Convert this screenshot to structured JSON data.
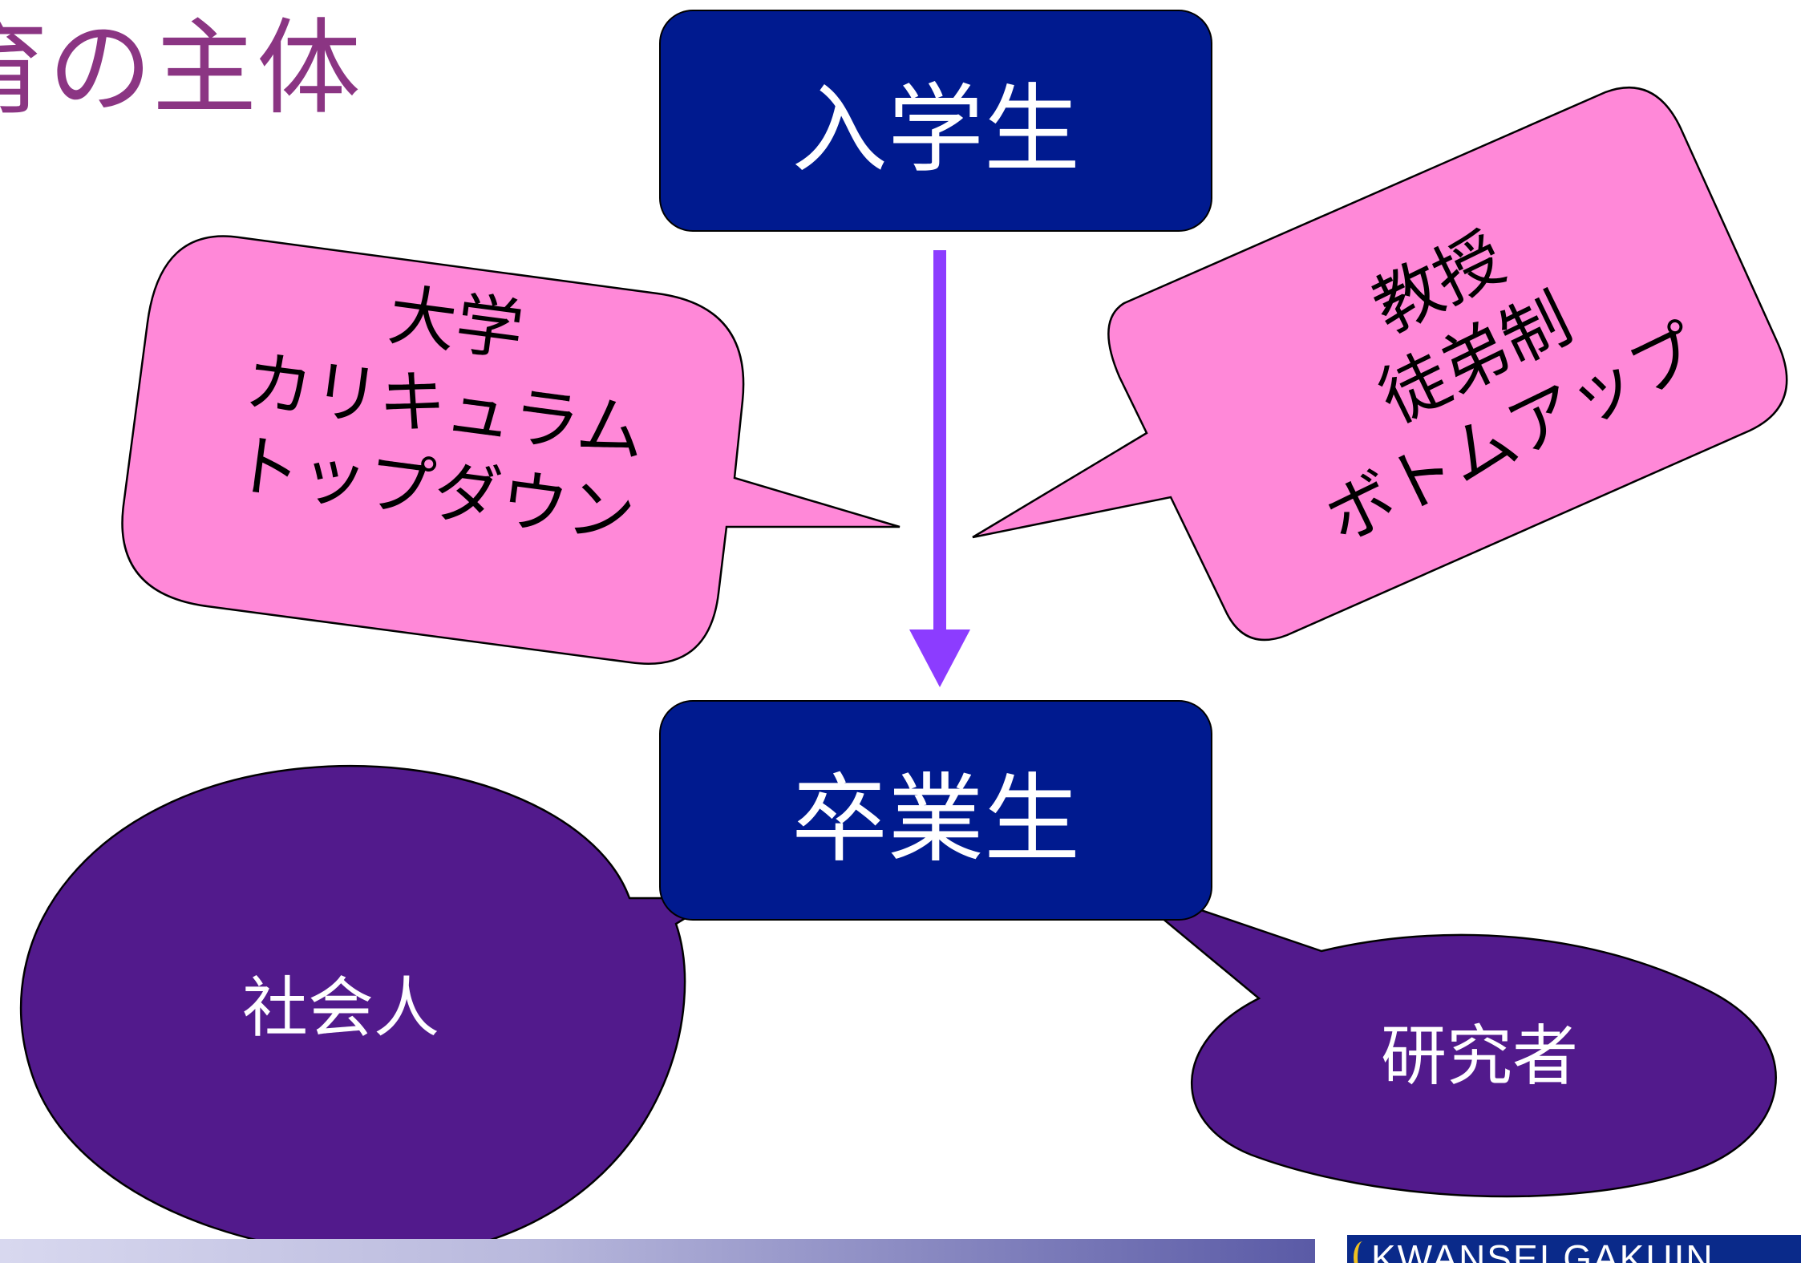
{
  "title": "育の主体",
  "nodes": {
    "entrance": "入学生",
    "graduate": "卒業生"
  },
  "bubbles": {
    "university": [
      "大学",
      "カリキュラム",
      "トップダウン"
    ],
    "professor": [
      "教授",
      "徒弟制",
      "ボトムアップ"
    ]
  },
  "outcomes": {
    "society": "社会人",
    "researcher": "研究者"
  },
  "footer": {
    "logo_text": "KWANSEI GAKUIN"
  },
  "colors": {
    "box": "#001a8f",
    "bubble": "#ff88d8",
    "ellipse": "#521a8c",
    "arrow": "#8c3cff",
    "title": "#8b3583"
  }
}
